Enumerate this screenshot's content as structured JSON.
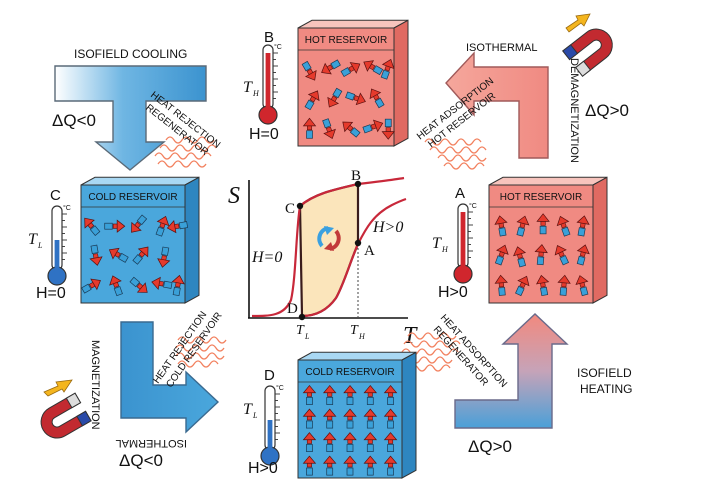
{
  "reservoirs": {
    "hot_top": {
      "label": "HOT RESERVOIR",
      "state_letter": "B",
      "temp": "T",
      "temp_sub": "H",
      "field": "H=0"
    },
    "hot_right": {
      "label": "HOT RESERVOIR",
      "state_letter": "A",
      "temp": "T",
      "temp_sub": "H",
      "field": "H>0"
    },
    "cold_left": {
      "label": "COLD RESERVOIR",
      "state_letter": "C",
      "temp": "T",
      "temp_sub": "L",
      "field": "H=0"
    },
    "cold_bottom": {
      "label": "COLD RESERVOIR",
      "state_letter": "D",
      "temp": "T",
      "temp_sub": "L",
      "field": "H>0"
    }
  },
  "thermometer_unit": "°C",
  "processes": {
    "isofield_cooling": {
      "title": "ISOFIELD COOLING",
      "dq": "ΔQ<0",
      "side_text_1": "HEAT REJECTION",
      "side_text_2": "REGENERATOR"
    },
    "isothermal_demag": {
      "title_1": "ISOTHERMAL",
      "title_2": "DEMAGNETIZATION",
      "dq": "ΔQ>0",
      "side_text_1": "HEAT ADSORPTION",
      "side_text_2": "HOT RESERVOIR"
    },
    "isothermal_mag": {
      "title_1": "MAGNETIZATION",
      "title_2": "ISOTHERMAL",
      "dq": "ΔQ<0",
      "side_text_1": "HEAT REJECTION",
      "side_text_2": "COLD RESERVOIR"
    },
    "isofield_heating": {
      "title_1": "ISOFIELD",
      "title_2": "HEATING",
      "dq": "ΔQ>0",
      "side_text_1": "HEAT ADSORPTION",
      "side_text_2": "REGENERATOR"
    }
  },
  "ts_diagram": {
    "y_axis": "S",
    "x_axis": "T",
    "curve_label_zero": "H=0",
    "curve_label_field": "H>0",
    "points": {
      "a": "A",
      "b": "B",
      "c": "C",
      "d": "D"
    },
    "tick_low": "T",
    "tick_low_sub": "L",
    "tick_high": "T",
    "tick_high_sub": "H"
  },
  "colors": {
    "hot_face": "#f08a82",
    "hot_top": "#f7c4bd",
    "hot_side": "#e06a62",
    "cold_face": "#4aa7dc",
    "cold_top": "#a9d8f3",
    "cold_side": "#2e86c0",
    "arrow_red": "#e53a2c",
    "arrow_blue": "#3aa0d8",
    "cycle_fill": "#fbe5bb",
    "curve_red": "#c8283a",
    "curve_dark": "#5a1a1a"
  }
}
